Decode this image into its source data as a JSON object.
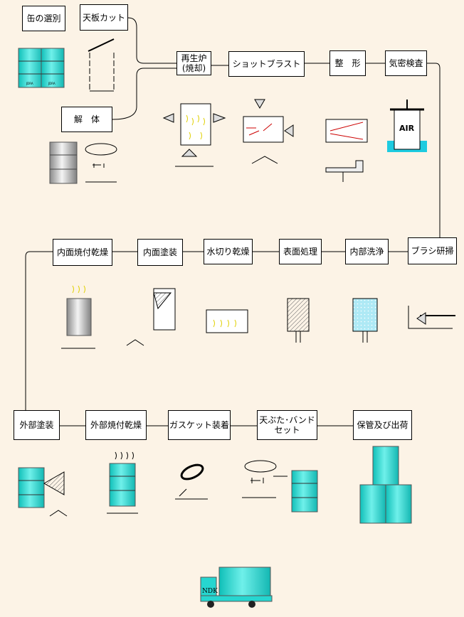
{
  "steps": {
    "s1": "缶の選別",
    "s2": "天板カット",
    "s3": "解　体",
    "s4a": "再生炉",
    "s4b": "(焼却)",
    "s5": "ショットブラスト",
    "s6": "整　形",
    "s7": "気密検査",
    "s8": "ブラシ研掃",
    "s9": "内部洗浄",
    "s10": "表面処理",
    "s11": "水切り乾燥",
    "s12": "内面塗装",
    "s13": "内面焼付乾燥",
    "s14": "外部塗装",
    "s15": "外部焼付乾燥",
    "s16": "ガスケット装着",
    "s17a": "天ぶた･バンド",
    "s17b": "セット",
    "s18": "保管及び出荷"
  },
  "labels": {
    "air": "AIR",
    "truck": "NDK",
    "drum_mark": "JDRA"
  },
  "colors": {
    "background": "#fcf3e6",
    "drum": "#26d6d0",
    "water": "#1ecbe0",
    "line": "#000000"
  }
}
